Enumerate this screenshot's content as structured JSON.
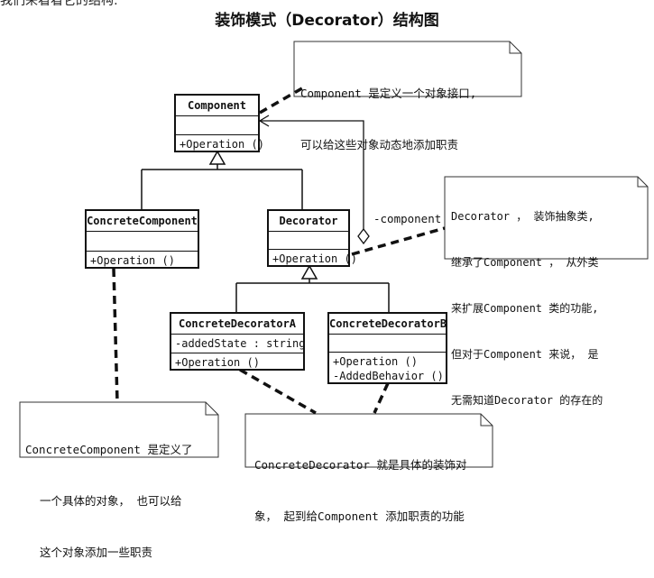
{
  "header": {
    "top_fragment": "我们来看看它的结构:",
    "title": "装饰模式（Decorator）结构图"
  },
  "classes": {
    "component": {
      "name": "Component",
      "attributes": [],
      "operations": [
        "+Operation ()"
      ]
    },
    "concrete_component": {
      "name": "ConcreteComponent",
      "attributes": [],
      "operations": [
        "+Operation ()"
      ]
    },
    "decorator": {
      "name": "Decorator",
      "attributes": [],
      "operations": [
        "+Operation ()"
      ]
    },
    "concrete_decorator_a": {
      "name": "ConcreteDecoratorA",
      "attributes": [
        "-addedState  : string"
      ],
      "operations": [
        "+Operation ()"
      ]
    },
    "concrete_decorator_b": {
      "name": "ConcreteDecoratorB",
      "attributes": [],
      "operations": [
        "+Operation ()",
        "-AddedBehavior ()"
      ]
    }
  },
  "association_label": "-component",
  "notes": {
    "component_note": [
      "Component 是定义一个对象接口,",
      "可以给这些对象动态地添加职责"
    ],
    "decorator_note": [
      "Decorator ， 装饰抽象类,",
      "继承了Component ， 从外类",
      "来扩展Component 类的功能,",
      "但对于Component 来说， 是",
      "无需知道Decorator 的存在的"
    ],
    "concrete_component_note": [
      "ConcreteComponent 是定义了",
      "一个具体的对象， 也可以给",
      "这个对象添加一些职责"
    ],
    "concrete_decorator_note": [
      "ConcreteDecorator 就是具体的装饰对",
      "象， 起到给Component 添加职责的功能"
    ]
  }
}
